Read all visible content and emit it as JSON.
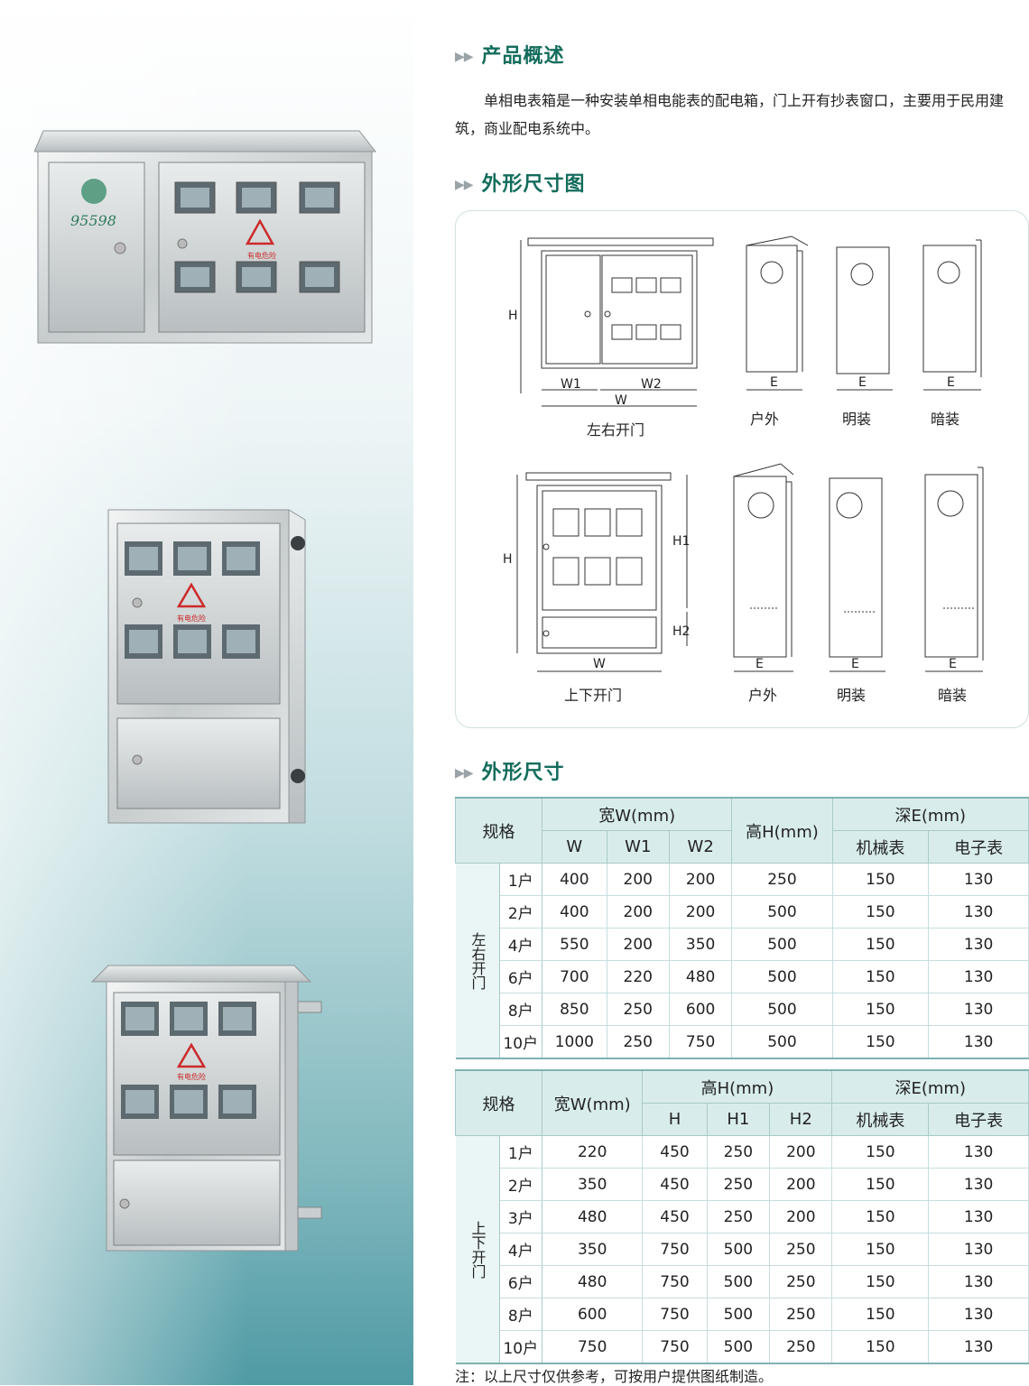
{
  "photos": {
    "logo_text": "95598",
    "warning_label": "有电危险"
  },
  "sections": {
    "overview_title": "产品概述",
    "overview_text": "单相电表箱是一种安装单相电能表的配电箱，门上开有抄表窗口，主要用于民用建筑，商业配电系统中。",
    "drawing_title": "外形尺寸图",
    "size_title": "外形尺寸"
  },
  "diagram": {
    "lr_caption": "左右开门",
    "ud_caption": "上下开门",
    "outdoor": "户外",
    "surface": "明装",
    "concealed": "暗装",
    "labels": {
      "H": "H",
      "H1": "H1",
      "H2": "H2",
      "W": "W",
      "W1": "W1",
      "W2": "W2",
      "E": "E"
    }
  },
  "table1": {
    "h_spec": "规格",
    "h_width": "宽W(mm)",
    "h_W": "W",
    "h_W1": "W1",
    "h_W2": "W2",
    "h_height": "高H(mm)",
    "h_depth": "深E(mm)",
    "h_mech": "机械表",
    "h_elec": "电子表",
    "side_label": "左右开门",
    "rows": [
      [
        "1户",
        "400",
        "200",
        "200",
        "250",
        "150",
        "130"
      ],
      [
        "2户",
        "400",
        "200",
        "200",
        "500",
        "150",
        "130"
      ],
      [
        "4户",
        "550",
        "200",
        "350",
        "500",
        "150",
        "130"
      ],
      [
        "6户",
        "700",
        "220",
        "480",
        "500",
        "150",
        "130"
      ],
      [
        "8户",
        "850",
        "250",
        "600",
        "500",
        "150",
        "130"
      ],
      [
        "10户",
        "1000",
        "250",
        "750",
        "500",
        "150",
        "130"
      ]
    ]
  },
  "table2": {
    "h_spec": "规格",
    "h_width": "宽W(mm)",
    "h_height": "高H(mm)",
    "h_H": "H",
    "h_H1": "H1",
    "h_H2": "H2",
    "h_depth": "深E(mm)",
    "h_mech": "机械表",
    "h_elec": "电子表",
    "side_label": "上下开门",
    "rows": [
      [
        "1户",
        "220",
        "450",
        "250",
        "200",
        "150",
        "130"
      ],
      [
        "2户",
        "350",
        "450",
        "250",
        "200",
        "150",
        "130"
      ],
      [
        "3户",
        "480",
        "450",
        "250",
        "200",
        "150",
        "130"
      ],
      [
        "4户",
        "350",
        "750",
        "500",
        "250",
        "150",
        "130"
      ],
      [
        "6户",
        "480",
        "750",
        "500",
        "250",
        "150",
        "130"
      ],
      [
        "8户",
        "600",
        "750",
        "500",
        "250",
        "150",
        "130"
      ],
      [
        "10户",
        "750",
        "750",
        "500",
        "250",
        "150",
        "130"
      ]
    ]
  },
  "note": "注：以上尺寸仅供参考，可按用户提供图纸制造。"
}
